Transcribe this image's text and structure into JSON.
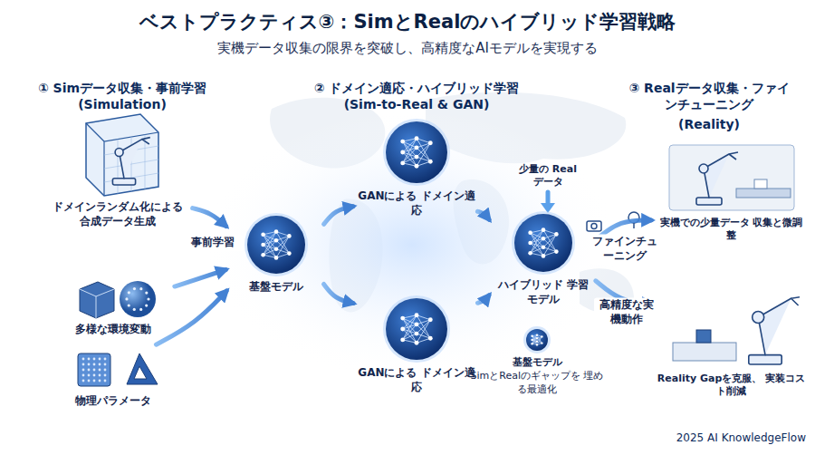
{
  "diagram": {
    "title": "ベストプラクティス③：SimとRealのハイブリッド学習戦略",
    "caption": "実機データ収集の限界を突破し、高精度なAIモデルを実現する",
    "nodes": [
      {
        "text": [
          "ドメインランダム化による 合成データ生成"
        ]
      },
      {
        "text": [
          "多様な環境変動"
        ]
      },
      {
        "text": [
          "物理パラメータ"
        ]
      },
      {
        "text": [
          "基盤モデル"
        ]
      },
      {
        "text": [
          "GANによる ドメイン適応"
        ]
      },
      {
        "text": [
          "GANによる ドメイン適応"
        ]
      },
      {
        "text": [
          "ハイブリッド 学習モデル"
        ]
      },
      {
        "text": [
          "基盤モデル",
          "SimとRealのギャップを 埋める最適化"
        ]
      },
      {
        "text": [
          "実機での少量データ 収集と微調整"
        ]
      },
      {
        "text": [
          "Reality Gapを克服、 実装コスト削減"
        ]
      }
    ],
    "edges": [
      {
        "from": 0,
        "to": 3,
        "label": "事前学習",
        "arrow": "to"
      },
      {
        "from": 1,
        "to": 3,
        "arrow": "to"
      },
      {
        "from": 2,
        "to": 3,
        "arrow": "to"
      },
      {
        "from": 3,
        "to": 4,
        "arrow": "to"
      },
      {
        "from": 3,
        "to": 5,
        "arrow": "to"
      },
      {
        "from": 4,
        "to": 6,
        "arrow": "to"
      },
      {
        "from": 5,
        "to": 6,
        "arrow": "to"
      },
      {
        "from": 6,
        "to": 8,
        "label": "ファインチューニング",
        "arrow": "to"
      },
      {
        "from": 6,
        "to": 9,
        "label": "高精度な実機動作",
        "arrow": "to"
      }
    ],
    "labels": [
      "① Simデータ収集・事前学習",
      "(Simulation)",
      "② ドメイン適応・ハイブリッド学習",
      "(Sim-to-Real & GAN)",
      "③ Realデータ収集・ファインチューニング",
      "(Reality)",
      "少量の Realデータ",
      "2025 AI KnowledgeFlow"
    ]
  }
}
